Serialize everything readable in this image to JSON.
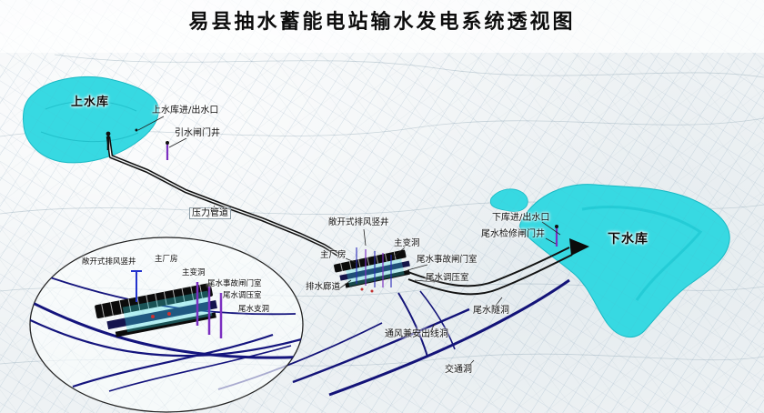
{
  "title": "易县抽水蓄能电站输水发电系统透视图",
  "colors": {
    "reservoir_cyan": "#37d9e2",
    "tunnel_navy": "#14147d",
    "shaft_purple": "#7b2fc0",
    "line_black": "#111111",
    "background": "#eef2f4"
  },
  "labels": {
    "upper_reservoir": "上水库",
    "upper_inlet_outlet": "上水库进/出水口",
    "diversion_gate_shaft": "引水闸门井",
    "pressure_pipeline": "压力管道",
    "vent_shaft": "敞开式排风竖井",
    "main_powerhouse": "主厂房",
    "main_transformer_cavern": "主变洞",
    "tailrace_emergency_gate_room": "尾水事故闸门室",
    "tailrace_surge_chamber": "尾水调压室",
    "drainage_gallery": "排水廊道",
    "lower_inlet_outlet": "下库进/出水口",
    "tailrace_maintenance_gate_shaft": "尾水检修闸门井",
    "lower_reservoir": "下水库",
    "tailrace_tunnel": "尾水隧洞",
    "vent_cable_tunnel": "通风兼安出线洞",
    "access_tunnel": "交通洞"
  },
  "detail": {
    "vent_shaft": "敞开式排风竖井",
    "main_powerhouse": "主厂房",
    "main_transformer_cavern": "主变洞",
    "tailrace_emergency_gate_room": "尾水事故闸门室",
    "tailrace_surge_chamber": "尾水调压室",
    "tailrace_branch_tunnel": "尾水支洞"
  }
}
